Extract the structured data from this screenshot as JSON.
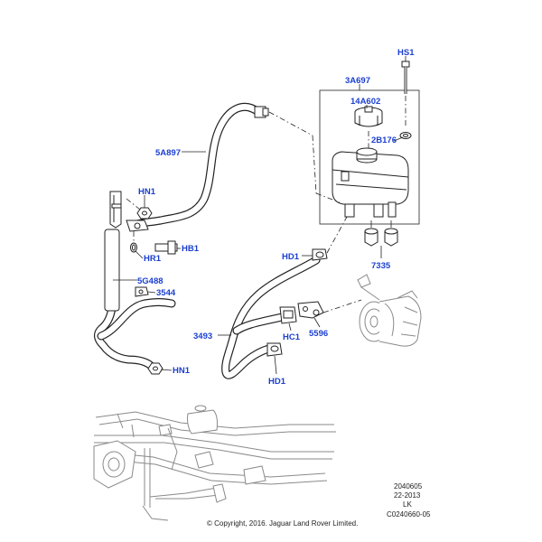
{
  "labels": {
    "hs1": "HS1",
    "a3697": "3A697",
    "a14602": "14A602",
    "b2176": "2B176",
    "a5897": "5A897",
    "hn1_top": "HN1",
    "hb1": "HB1",
    "hr1": "HR1",
    "g5488": "5G488",
    "p3544": "3544",
    "hn1_bottom": "HN1",
    "hd1_top": "HD1",
    "p7335": "7335",
    "p3493": "3493",
    "hc1": "HC1",
    "p5596": "5596",
    "hd1_bottom": "HD1"
  },
  "meta": {
    "code1": "2040605",
    "code2": "22-2013",
    "code3": "LK",
    "code4": "C0240660-05",
    "copyright": "© Copyright, 2016. Jaguar Land Rover Limited."
  },
  "colors": {
    "label": "#1b3fd0",
    "line": "#222222",
    "ghost": "#8a8a8a"
  }
}
